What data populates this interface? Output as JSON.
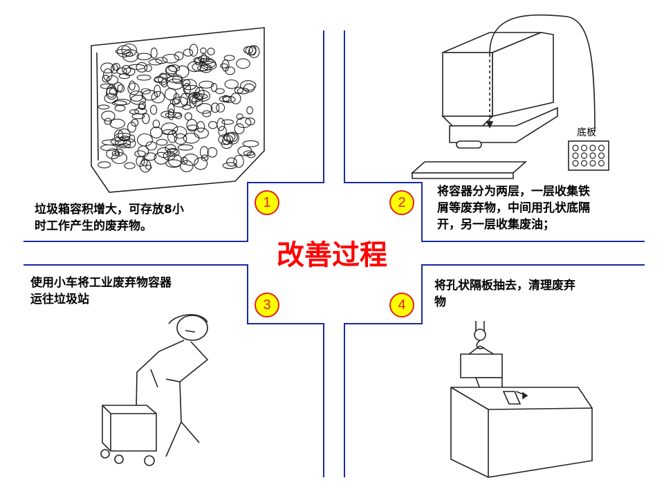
{
  "title": "改善过程",
  "colors": {
    "divider": "#1a2a9c",
    "title": "#ff0000",
    "badge_fill": "#ffff00",
    "badge_ring": "#e02020"
  },
  "steps": [
    {
      "num": "1",
      "text": "垃圾箱容积增大，可存放8小\n时工作产生的废弃物。",
      "icon": "bin-filled-with-scrap-sketch"
    },
    {
      "num": "2",
      "text": "将容器分为两层，一层收集铁\n屑等废弃物，中间用孔状底隔\n开，另一层收集废油；",
      "icon": "two-layer-container-sketch"
    },
    {
      "num": "3",
      "text": "使用小车将工业废弃物容器\n运往垃圾站",
      "icon": "person-pushing-cart-sketch"
    },
    {
      "num": "4",
      "text": "将孔状隔板抽去，清理废弃\n物",
      "icon": "crane-lifting-container-sketch"
    }
  ],
  "labels": {
    "bottom_plate": "底板"
  }
}
